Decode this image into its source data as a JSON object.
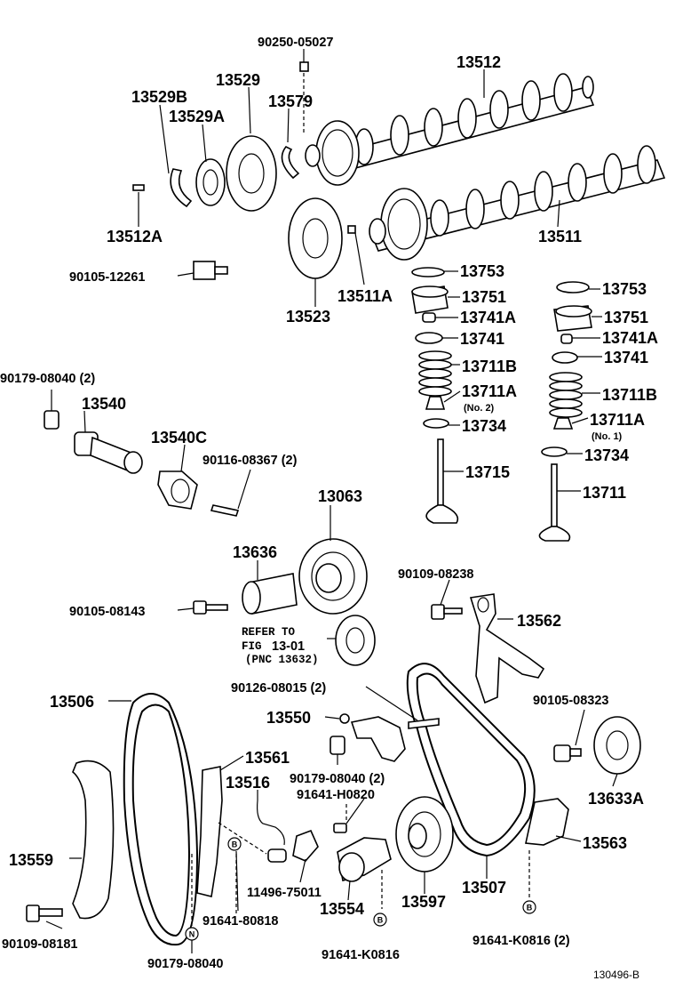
{
  "labels": {
    "p90250_05027": "90250-05027",
    "p13512": "13512",
    "p13529": "13529",
    "p13529b": "13529B",
    "p13579": "13579",
    "p13529a": "13529A",
    "p13512a": "13512A",
    "p13511": "13511",
    "p90105_12261": "90105-12261",
    "p13753a": "13753",
    "p13751a": "13751",
    "p13511a": "13511A",
    "p13741a_a": "13741A",
    "p13523": "13523",
    "p13741_a": "13741",
    "p13753b": "13753",
    "p13751b": "13751",
    "p13741a_b": "13741A",
    "p13741_b": "13741",
    "p13711b_a": "13711B",
    "p13711a_a": "13711A",
    "no2": "(No. 2)",
    "p13734_a": "13734",
    "p13711b_b": "13711B",
    "p13711a_b": "13711A",
    "no1": "(No. 1)",
    "p13734_b": "13734",
    "p90179_08040_2a": "90179-08040 (2)",
    "p13540": "13540",
    "p13540c": "13540C",
    "p90116_08367": "90116-08367 (2)",
    "p13715": "13715",
    "p13711": "13711",
    "p13063": "13063",
    "p13636": "13636",
    "p90109_08238": "90109-08238",
    "p90105_08143": "90105-08143",
    "p13562": "13562",
    "refer_to": "REFER TO",
    "fig": "FIG",
    "fig_no": "13-01",
    "pnc": "(PNC 13632)",
    "p13506": "13506",
    "p90126_08015": "90126-08015 (2)",
    "p90105_08323": "90105-08323",
    "p13550": "13550",
    "p13561": "13561",
    "p90179_08040_2b": "90179-08040 (2)",
    "p13516": "13516",
    "p91641_h0820": "91641-H0820",
    "p13633a": "13633A",
    "p13563": "13563",
    "p13559": "13559",
    "p11496_75011": "11496-75011",
    "p13507": "13507",
    "p91641_80818": "91641-80818",
    "p13597": "13597",
    "p13554": "13554",
    "p90109_08181": "90109-08181",
    "p91641_k0816": "91641-K0816",
    "p91641_k0816_2": "91641-K0816 (2)",
    "p90179_08040": "90179-08040",
    "figure_id": "130496-B"
  },
  "markers": {
    "b": "B",
    "n": "N"
  }
}
